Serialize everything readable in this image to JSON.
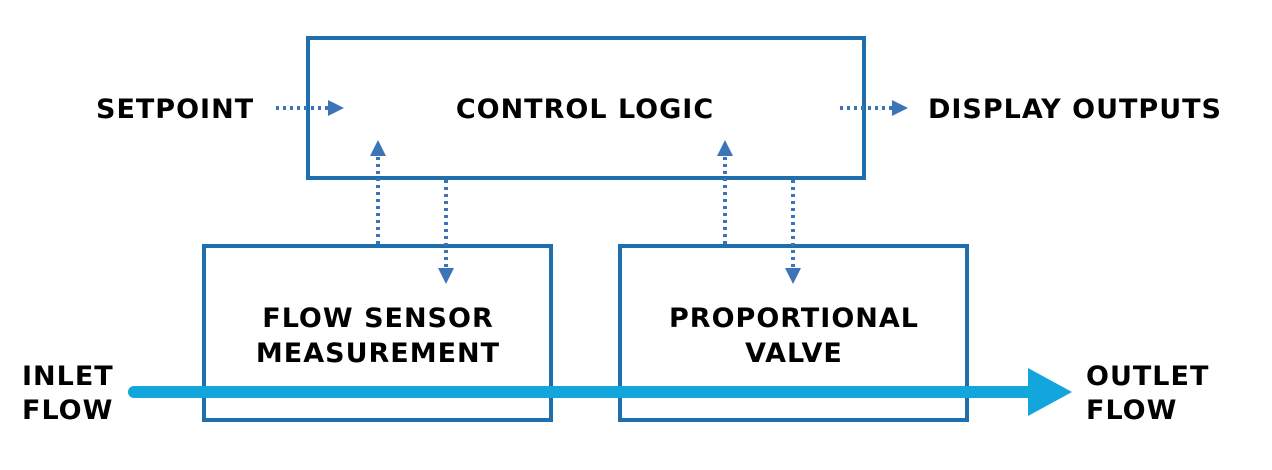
{
  "colors": {
    "box_stroke": "#1f6fae",
    "signal_arrow": "#3d74b8",
    "flow_arrow": "#12a6dc",
    "text": "#000000"
  },
  "control_logic": {
    "label": "CONTROL LOGIC"
  },
  "flow_sensor": {
    "line1": "FLOW SENSOR",
    "line2": "MEASUREMENT"
  },
  "proportional_valve": {
    "line1": "PROPORTIONAL",
    "line2": "VALVE"
  },
  "setpoint": {
    "label": "SETPOINT"
  },
  "display_outputs": {
    "label": "DISPLAY OUTPUTS"
  },
  "inlet": {
    "line1": "INLET",
    "line2": "FLOW"
  },
  "outlet": {
    "line1": "OUTLET",
    "line2": "FLOW"
  }
}
